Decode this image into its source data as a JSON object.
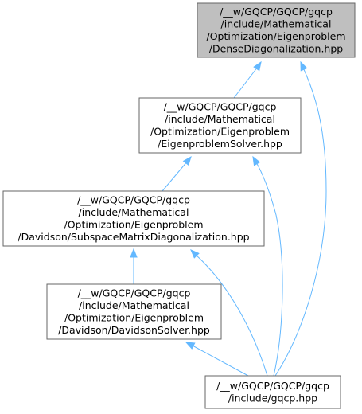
{
  "diagram": {
    "colors": {
      "highlight_fill": "#bfbfbf",
      "node_fill": "#ffffff",
      "node_border": "#666666",
      "edge": "#63b8ff"
    },
    "nodes": [
      {
        "id": "dense-diagonalization",
        "highlighted": true,
        "lines": [
          "/__w/GQCP/GQCP/gqcp",
          "/include/Mathematical",
          "/Optimization/Eigenproblem",
          "/DenseDiagonalization.hpp"
        ]
      },
      {
        "id": "eigenproblem-solver",
        "highlighted": false,
        "lines": [
          "/__w/GQCP/GQCP/gqcp",
          "/include/Mathematical",
          "/Optimization/Eigenproblem",
          "/EigenproblemSolver.hpp"
        ]
      },
      {
        "id": "subspace-matrix-diagonalization",
        "highlighted": false,
        "lines": [
          "/__w/GQCP/GQCP/gqcp",
          "/include/Mathematical",
          "/Optimization/Eigenproblem",
          "/Davidson/SubspaceMatrixDiagonalization.hpp"
        ]
      },
      {
        "id": "davidson-solver",
        "highlighted": false,
        "lines": [
          "/__w/GQCP/GQCP/gqcp",
          "/include/Mathematical",
          "/Optimization/Eigenproblem",
          "/Davidson/DavidsonSolver.hpp"
        ]
      },
      {
        "id": "gqcp-hpp",
        "highlighted": false,
        "lines": [
          "/__w/GQCP/GQCP/gqcp",
          "/include/gqcp.hpp"
        ]
      }
    ],
    "edges": [
      {
        "from": "eigenproblem-solver",
        "to": "dense-diagonalization"
      },
      {
        "from": "gqcp-hpp",
        "to": "dense-diagonalization"
      },
      {
        "from": "subspace-matrix-diagonalization",
        "to": "eigenproblem-solver"
      },
      {
        "from": "gqcp-hpp",
        "to": "eigenproblem-solver"
      },
      {
        "from": "davidson-solver",
        "to": "subspace-matrix-diagonalization"
      },
      {
        "from": "gqcp-hpp",
        "to": "subspace-matrix-diagonalization"
      },
      {
        "from": "gqcp-hpp",
        "to": "davidson-solver"
      }
    ]
  }
}
